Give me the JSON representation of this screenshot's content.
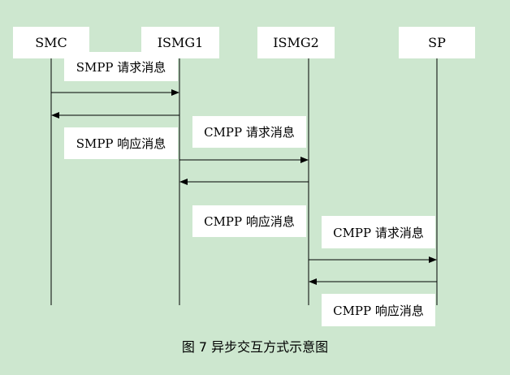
{
  "participants": [
    "SMC",
    "ISMG1",
    "ISMG2",
    "SP"
  ],
  "messages": [
    "SMPP 请求消息",
    "SMPP 响应消息",
    "CMPP 请求消息",
    "CMPP 响应消息",
    "CMPP 请求消息",
    "CMPP 响应消息"
  ],
  "caption": "图 7  异步交互方式示意图"
}
